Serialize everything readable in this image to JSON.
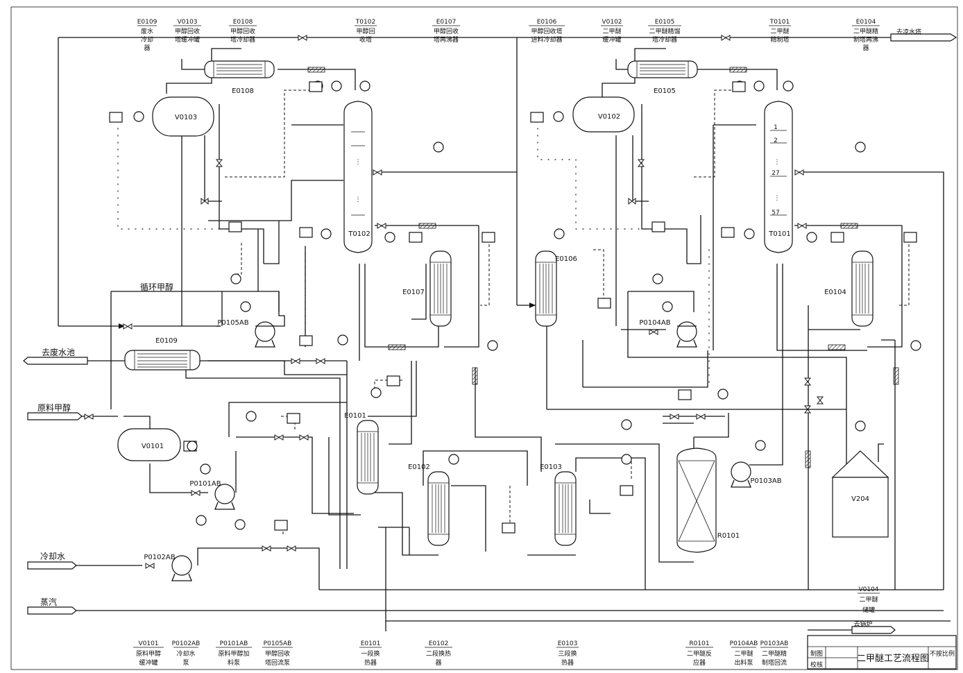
{
  "header_tags": [
    {
      "tag": "E0109",
      "line1": "废水",
      "line2": "冷却",
      "line3": "器"
    },
    {
      "tag": "V0103",
      "line1": "甲醇回收",
      "line2": "塔缓冲罐",
      "line3": ""
    },
    {
      "tag": "E0108",
      "line1": "甲醇回收",
      "line2": "塔冷却器",
      "line3": ""
    },
    {
      "tag": "T0102",
      "line1": "甲醇回",
      "line2": "收塔",
      "line3": ""
    },
    {
      "tag": "E0107",
      "line1": "甲醇回收",
      "line2": "塔再沸器",
      "line3": ""
    },
    {
      "tag": "E0106",
      "line1": "甲醇回收塔",
      "line2": "进料冷却器",
      "line3": ""
    },
    {
      "tag": "V0102",
      "line1": "二甲醚",
      "line2": "缓冲罐",
      "line3": ""
    },
    {
      "tag": "E0105",
      "line1": "二甲醚精馏",
      "line2": "塔冷却器",
      "line3": ""
    },
    {
      "tag": "T0101",
      "line1": "二甲醚",
      "line2": "精制塔",
      "line3": ""
    },
    {
      "tag": "E0104",
      "line1": "二甲醚精",
      "line2": "制塔再沸",
      "line3": "器"
    }
  ],
  "footer_tags": [
    {
      "tag": "V0101",
      "line1": "原料甲醇",
      "line2": "缓冲罐"
    },
    {
      "tag": "P0102AB",
      "line1": "冷却水",
      "line2": "泵"
    },
    {
      "tag": "P0101AB",
      "line1": "原料甲醇加",
      "line2": "料泵"
    },
    {
      "tag": "P0105AB",
      "line1": "甲醇回收",
      "line2": "塔回流泵"
    },
    {
      "tag": "E0101",
      "line1": "一段换",
      "line2": "热器"
    },
    {
      "tag": "E0102",
      "line1": "二段换热",
      "line2": "器"
    },
    {
      "tag": "E0103",
      "line1": "三段换",
      "line2": "热器"
    },
    {
      "tag": "R0101",
      "line1": "二甲醚反",
      "line2": "应器"
    },
    {
      "tag": "P0104AB",
      "line1": "二甲醚",
      "line2": "出料泵"
    },
    {
      "tag": "P0103AB",
      "line1": "二甲醚精",
      "line2": "制塔回流"
    }
  ],
  "side_tag": {
    "tag": "V0104",
    "line1": "二甲醚",
    "line2": "储罐"
  },
  "streams": {
    "to_cooling_tower": "去凉水塔",
    "to_waste_pool": "去废水池",
    "recycle_methanol": "循环甲醇",
    "raw_methanol": "原料甲醇",
    "cooling_water": "冷却水",
    "steam": "蒸汽",
    "to_boiler": "去锅炉"
  },
  "equipment": {
    "V0103": "V0103",
    "V0102": "V0102",
    "V0101": "V0101",
    "V204": "V204",
    "E0108": "E0108",
    "E0105": "E0105",
    "E0109": "E0109",
    "E0107": "E0107",
    "E0106": "E0106",
    "E0104": "E0104",
    "E0101": "E0101",
    "E0102": "E0102",
    "E0103": "E0103",
    "T0102": "T0102",
    "T0101": "T0101",
    "R0101": "R0101",
    "P0105AB": "P0105AB",
    "P0104AB": "P0104AB",
    "P0101AB": "P0101AB",
    "P0102AB": "P0102AB",
    "P0103AB": "P0103AB"
  },
  "tray_labels": [
    "1",
    "2",
    "27",
    "57"
  ],
  "title_block": {
    "title": "二甲醚工艺流程图",
    "scale": "不按比例",
    "drawn": "制图",
    "checked": "校核"
  }
}
